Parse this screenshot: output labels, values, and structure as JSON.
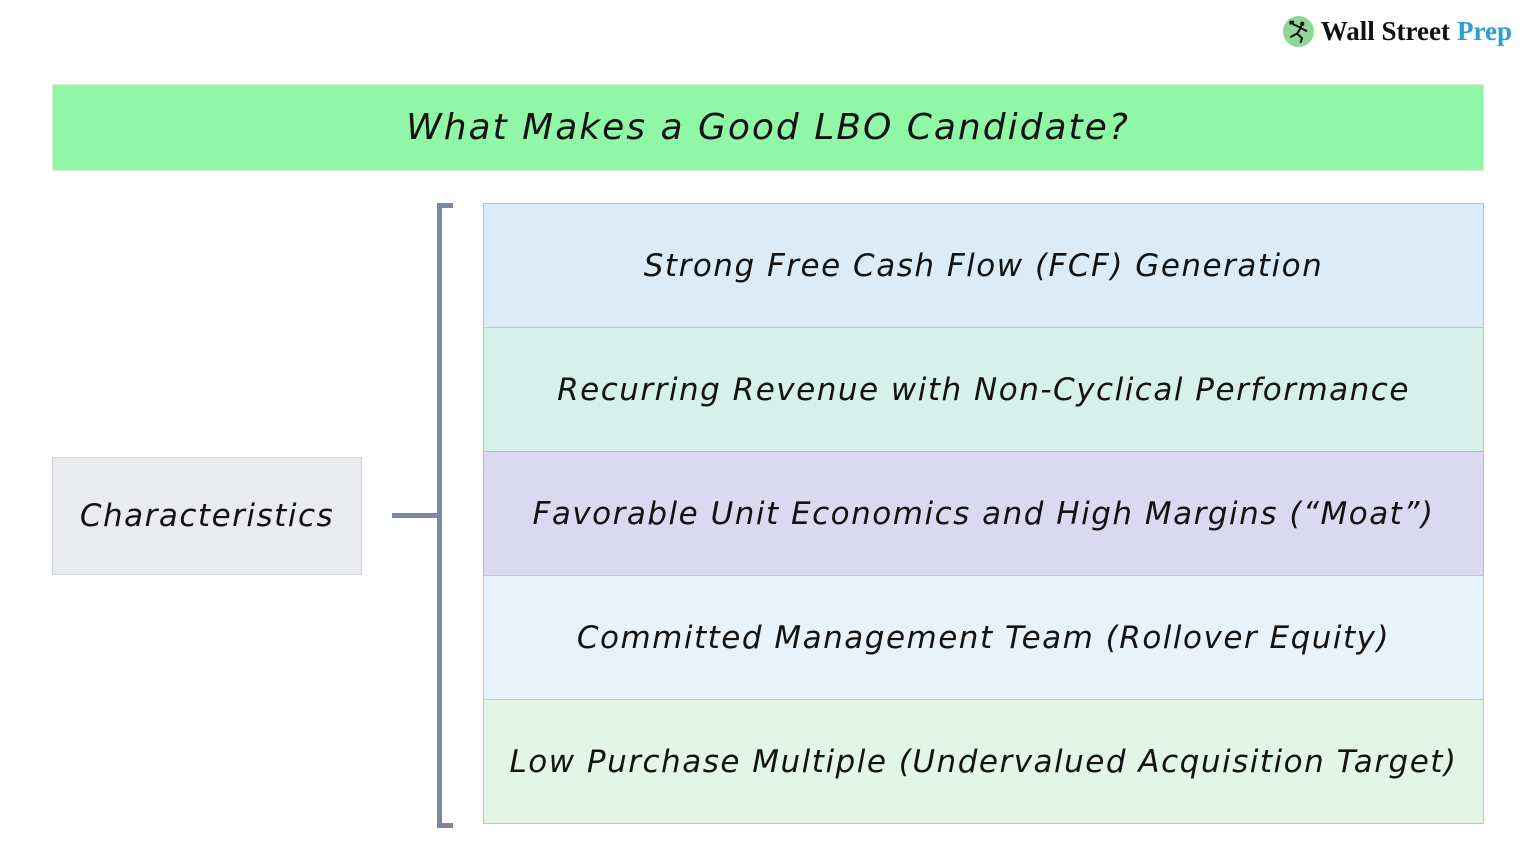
{
  "logo": {
    "brand_black": "Wall Street",
    "brand_blue": "Prep",
    "icon": "leaping-figure-icon",
    "icon_bg": "#8ed796",
    "blue": "#2a9fd8"
  },
  "title": {
    "text": "What Makes a Good LBO Candidate?",
    "bg": "#8ff7a5"
  },
  "left_node": {
    "label": "Characteristics",
    "bg": "#e9ebee"
  },
  "connector": {
    "color": "#7a89a0"
  },
  "characteristics": [
    {
      "label": "Strong Free Cash Flow (FCF) Generation",
      "bg": "#dbecf8"
    },
    {
      "label": "Recurring Revenue with Non-Cyclical Performance",
      "bg": "#d6f0ea"
    },
    {
      "label": "Favorable Unit Economics and High Margins (“Moat”)",
      "bg": "#dbd9ef"
    },
    {
      "label": "Committed Management Team (Rollover Equity)",
      "bg": "#e8f2fb"
    },
    {
      "label": "Low Purchase Multiple (Undervalued Acquisition Target)",
      "bg": "#e2f5e7"
    }
  ]
}
